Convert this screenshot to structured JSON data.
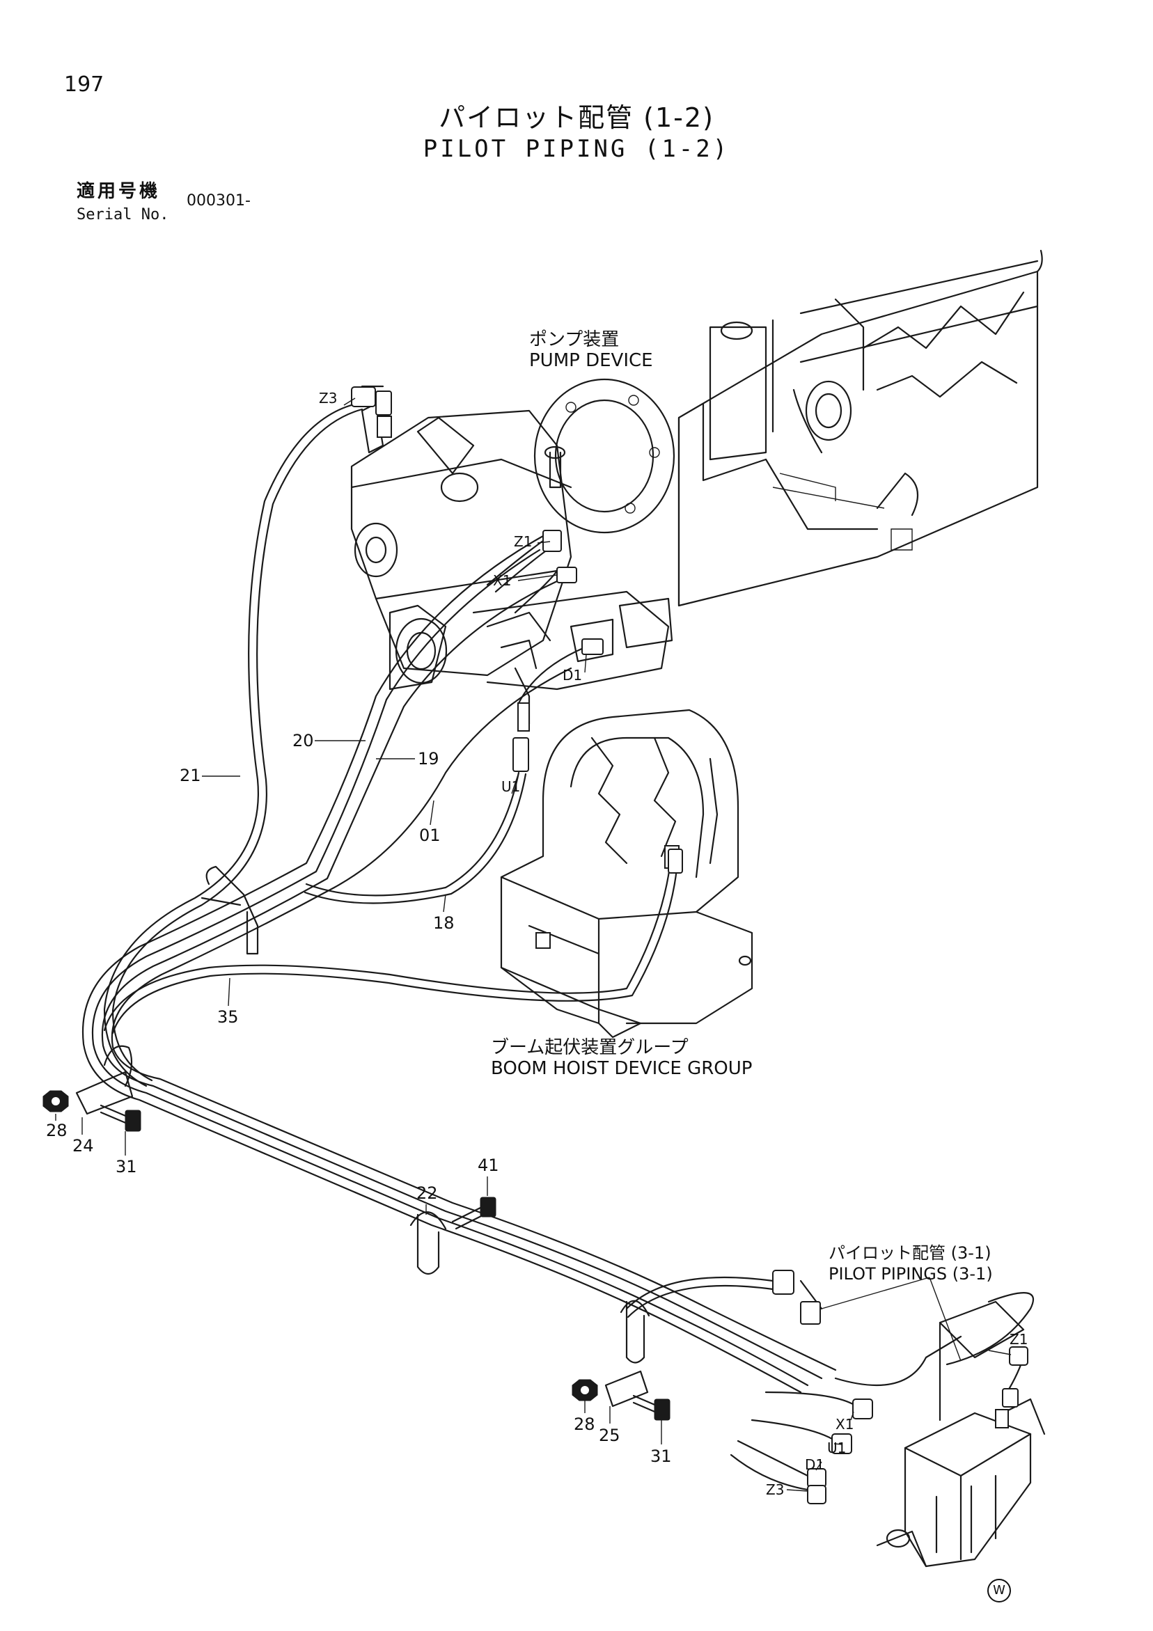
{
  "page_number": "197",
  "title_ja": "パイロット配管 (1-2)",
  "title_en": "PILOT PIPING (1-2)",
  "serial": {
    "label_ja": "適用号機",
    "label_en": "Serial No.",
    "value": "000301-"
  },
  "assemblies": {
    "pump_device": {
      "ja": "ポンプ装置",
      "en": "PUMP DEVICE"
    },
    "boom_hoist": {
      "ja": "ブーム起伏装置グループ",
      "en": "BOOM HOIST DEVICE GROUP"
    },
    "pilot_pipings": {
      "ja": "パイロット配管 (3-1)",
      "en": "PILOT PIPINGS (3-1)"
    }
  },
  "parts": {
    "p20": "20",
    "p19": "19",
    "p21": "21",
    "p01": "01",
    "p18": "18",
    "p35": "35",
    "p28a": "28",
    "p24": "24",
    "p31a": "31",
    "p41": "41",
    "p22": "22",
    "p28b": "28",
    "p25": "25",
    "p31b": "31"
  },
  "ports": {
    "z3_top": "Z3",
    "z1_top": "Z1",
    "x1_top": "X1",
    "d1_top": "D1",
    "u1_top": "U1",
    "z1_bot": "Z1",
    "x1_bot": "X1",
    "u1_bot": "U1",
    "d1_bot": "D1",
    "z3_bot": "Z3"
  },
  "watermark": "W"
}
